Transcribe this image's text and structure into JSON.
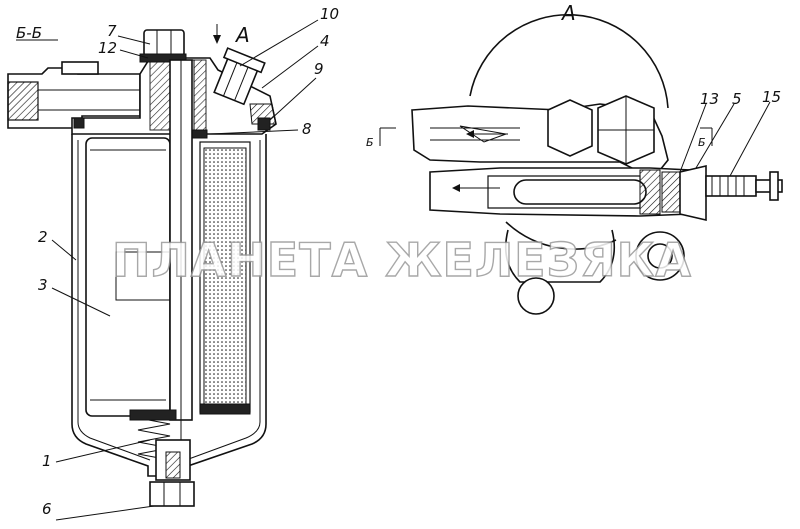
{
  "section_label": "Б-Б",
  "view_label": "А",
  "section_marker_left": "Б",
  "section_marker_right": "Б",
  "watermark": "ПЛАНЕТА ЖЕЛЕЗЯКА",
  "callouts_left": [
    "7",
    "12",
    "10",
    "4",
    "9",
    "8",
    "2",
    "3",
    "1",
    "6"
  ],
  "callouts_right": [
    "13",
    "5",
    "15"
  ],
  "colors": {
    "line": "#111111",
    "watermark": "#9a9a9a",
    "background": "#ffffff"
  }
}
